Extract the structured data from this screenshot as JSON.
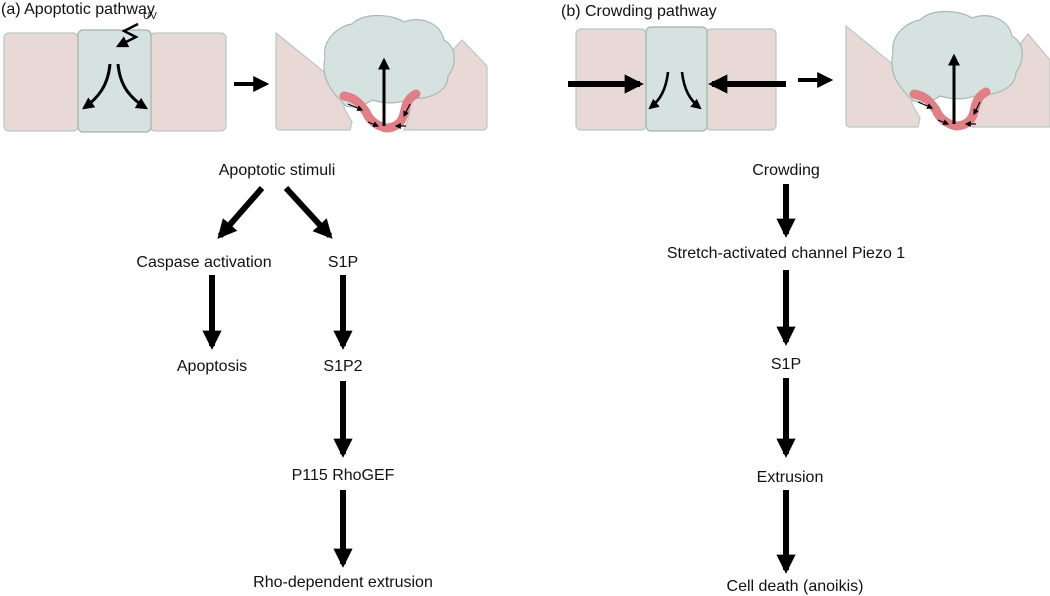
{
  "panels": {
    "a": {
      "label": "(a) Apoptotic pathway",
      "uv_label": "UV",
      "nodes": {
        "stimuli": "Apoptotic stimuli",
        "caspase": "Caspase activation",
        "s1p": "S1P",
        "apoptosis": "Apoptosis",
        "s1p2": "S1P2",
        "rhogef": "P115 RhoGEF",
        "extrusion": "Rho-dependent extrusion"
      }
    },
    "b": {
      "label": "(b) Crowding pathway",
      "nodes": {
        "crowding": "Crowding",
        "piezo": "Stretch-activated channel Piezo 1",
        "s1p": "S1P",
        "extrusion": "Extrusion",
        "death": "Cell death (anoikis)"
      }
    }
  },
  "colors": {
    "neighbor_cell": "#e9d9d6",
    "extruding_cell": "#d6e2df",
    "cell_border": "#9fb3b0",
    "actomyosin_ring": "#e07f86",
    "arrow": "#000000"
  }
}
